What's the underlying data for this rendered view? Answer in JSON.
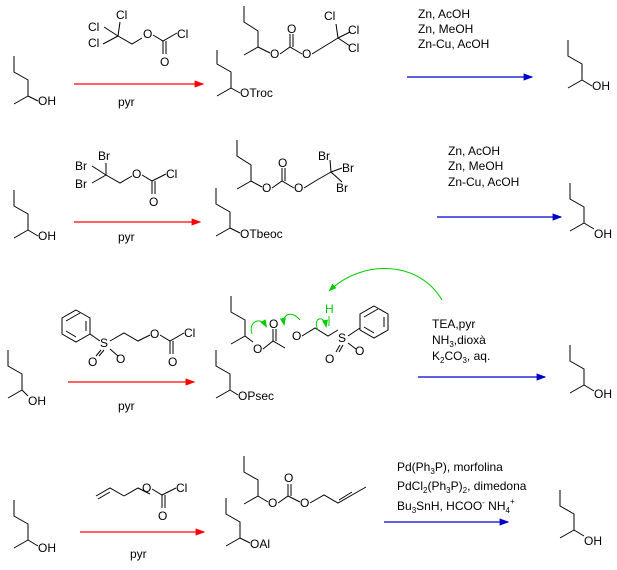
{
  "colors": {
    "red_arrow": "#ff0000",
    "blue_arrow": "#0000cc",
    "mechanism": "#00cc00"
  },
  "rows": [
    {
      "reagent_labels": {
        "cl1": "Cl",
        "cl2": "Cl",
        "cl3": "Cl",
        "acyl_cl": "Cl",
        "o_ester": "O",
        "o_carbonyl": "O"
      },
      "step1_conditions": "pyr",
      "start_oh": "OH",
      "protected_group": "OTroc",
      "product_labels": {
        "o1": "O",
        "o2": "O",
        "o_carbonyl": "O",
        "cl1": "Cl",
        "cl2": "Cl",
        "cl3": "Cl"
      },
      "deprotection": [
        "Zn, AcOH",
        "Zn, MeOH",
        "Zn-Cu, AcOH"
      ],
      "final_oh": "OH"
    },
    {
      "reagent_labels": {
        "br1": "Br",
        "br2": "Br",
        "br3": "Br",
        "acyl_cl": "Cl",
        "o_ester": "O",
        "o_carbonyl": "O"
      },
      "step1_conditions": "pyr",
      "start_oh": "OH",
      "protected_group": "OTbeoc",
      "product_labels": {
        "o1": "O",
        "o2": "O",
        "o_carbonyl": "O",
        "br1": "Br",
        "br2": "Br",
        "br3": "Br"
      },
      "deprotection": [
        "Zn, AcOH",
        "Zn, MeOH",
        "Zn-Cu, AcOH"
      ],
      "final_oh": "OH"
    },
    {
      "reagent_labels": {
        "s": "S",
        "o_s1": "O",
        "o_s2": "O",
        "o_ester": "O",
        "o_carbonyl": "O",
        "acyl_cl": "Cl"
      },
      "step1_conditions": "pyr",
      "start_oh": "OH",
      "protected_group": "OPsec",
      "product_labels": {
        "o1": "O",
        "o2": "O",
        "o_carbonyl": "O",
        "h": "H",
        "s": "S",
        "o_s1": "O",
        "o_s2": "O"
      },
      "deprotection_line1": "TEA,pyr",
      "deprotection_line2_main": "NH",
      "deprotection_line2_sub": "3",
      "deprotection_line2_rest": ",dioxà",
      "deprotection_line3_main": "K",
      "deprotection_line3_sub1": "2",
      "deprotection_line3_mid": "CO",
      "deprotection_line3_sub2": "3",
      "deprotection_line3_rest": ", aq.",
      "final_oh": "OH"
    },
    {
      "reagent_labels": {
        "o_ester": "O",
        "o_carbonyl": "O",
        "acyl_cl": "Cl"
      },
      "step1_conditions": "pyr",
      "start_oh": "OH",
      "protected_group": "OAl",
      "product_labels": {
        "o1": "O",
        "o2": "O",
        "o_carbonyl": "O"
      },
      "dep1_a": "Pd(Ph",
      "dep1_sub": "3",
      "dep1_b": "P), morfolina",
      "dep2_a": "PdCl",
      "dep2_sub1": "2",
      "dep2_b": "(Ph",
      "dep2_sub2": "3",
      "dep2_c": "P)",
      "dep2_sub3": "2",
      "dep2_d": ", dimedona",
      "dep3_a": "Bu",
      "dep3_sub": "3",
      "dep3_b": "SnH, HCOO",
      "dep3_sup1": "-",
      "dep3_c": " NH",
      "dep3_sub2": "4",
      "dep3_sup2": "+",
      "final_oh": "OH"
    }
  ]
}
